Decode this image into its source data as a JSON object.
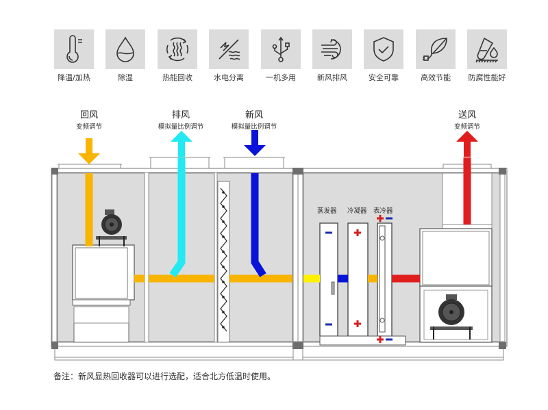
{
  "features": [
    {
      "label": "降温/加热",
      "icon": "thermometer-icon"
    },
    {
      "label": "除湿",
      "icon": "water-drop-icon"
    },
    {
      "label": "热能回收",
      "icon": "heat-recovery-icon"
    },
    {
      "label": "水电分离",
      "icon": "water-electric-separation-icon"
    },
    {
      "label": "一机多用",
      "icon": "usb-multi-use-icon"
    },
    {
      "label": "新风排风",
      "icon": "wind-icon"
    },
    {
      "label": "安全可靠",
      "icon": "shield-check-icon"
    },
    {
      "label": "高效节能",
      "icon": "leaf-plug-icon"
    },
    {
      "label": "防腐性能好",
      "icon": "anti-corrosion-icon"
    }
  ],
  "flows": {
    "return_air": {
      "title": "回风",
      "subtitle": "变频调节",
      "color": "#f9b400",
      "direction": "down"
    },
    "exhaust_air": {
      "title": "排风",
      "subtitle": "模拟量比例调节",
      "color": "#22e9f2",
      "direction": "up"
    },
    "fresh_air": {
      "title": "新风",
      "subtitle": "模拟量比例调节",
      "color": "#0a14d8",
      "direction": "down"
    },
    "supply_air": {
      "title": "送风",
      "subtitle": "变频调节",
      "color": "#e01e1e",
      "direction": "up"
    }
  },
  "components": {
    "evaporator": {
      "label": "蒸发器",
      "sign_top": "−",
      "sign_bottom": "−"
    },
    "condenser": {
      "label": "冷凝器",
      "sign_top": "+",
      "sign_bottom": "+"
    },
    "surface_cooler": {
      "label": "表冷器",
      "sign_top": "+−",
      "sign_bottom": "+−"
    }
  },
  "colors": {
    "mixed_air": "#fff200",
    "cabinet_fill": "#dcdcdc",
    "frame": "#808080",
    "corner": "#6e6e6e",
    "tile_bg": "#dcdcdc"
  },
  "note": "备注：新风显热回收器可以进行选配，适合北方低温时使用。"
}
